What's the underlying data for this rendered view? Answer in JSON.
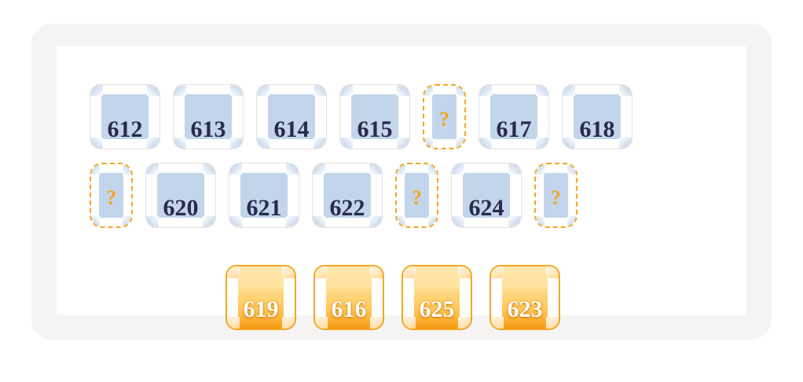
{
  "activity": {
    "type": "number-sequence-fill-in",
    "blank_glyph": "?",
    "colors": {
      "page_background": "#ffffff",
      "outer_panel": "#f5f4f2",
      "board": "#ffffff",
      "tile_background": "#ffffff",
      "tile_inner_blue": "#c3d5ea",
      "tile_border": "#e8e2dc",
      "number_text": "#282a4e",
      "accent_orange": "#f5a623",
      "answer_tile_text": "#ffffff"
    }
  },
  "rows": [
    {
      "name": "sequence-row-1",
      "cells": [
        {
          "kind": "number",
          "label": "612"
        },
        {
          "kind": "number",
          "label": "613"
        },
        {
          "kind": "number",
          "label": "614"
        },
        {
          "kind": "number",
          "label": "615"
        },
        {
          "kind": "blank",
          "label": "?"
        },
        {
          "kind": "number",
          "label": "617"
        },
        {
          "kind": "number",
          "label": "618"
        }
      ]
    },
    {
      "name": "sequence-row-2",
      "cells": [
        {
          "kind": "blank",
          "label": "?"
        },
        {
          "kind": "number",
          "label": "620"
        },
        {
          "kind": "number",
          "label": "621"
        },
        {
          "kind": "number",
          "label": "622"
        },
        {
          "kind": "blank",
          "label": "?"
        },
        {
          "kind": "number",
          "label": "624"
        },
        {
          "kind": "blank",
          "label": "?"
        }
      ]
    }
  ],
  "answer_bank": {
    "name": "answer-bank",
    "tiles": [
      {
        "label": "619"
      },
      {
        "label": "616"
      },
      {
        "label": "625"
      },
      {
        "label": "623"
      }
    ]
  }
}
